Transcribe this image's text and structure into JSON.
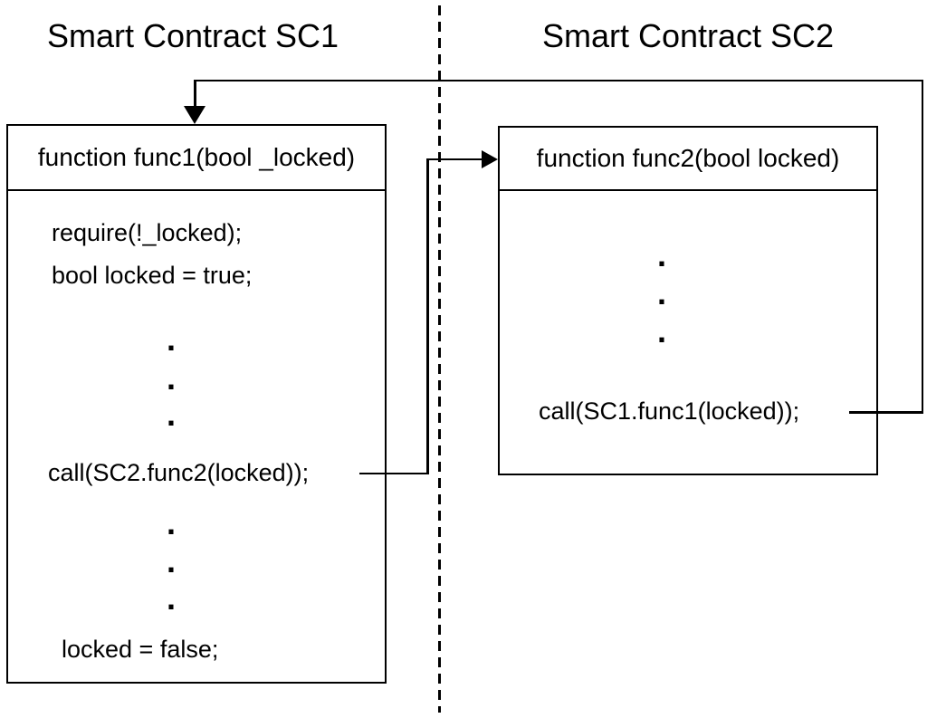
{
  "titles": {
    "sc1": "Smart Contract SC1",
    "sc2": "Smart Contract SC2"
  },
  "sc1": {
    "header": "function func1(bool _locked)",
    "require_line": "require(!_locked);",
    "bool_line": "bool locked = true;",
    "call_line": "call(SC2.func2(locked));",
    "unlock_line": "locked = false;"
  },
  "sc2": {
    "header": "function func2(bool locked)",
    "call_line": "call(SC1.func1(locked));"
  },
  "ellipsis_dot": ".",
  "colors": {
    "line": "#000000",
    "background": "#ffffff"
  }
}
